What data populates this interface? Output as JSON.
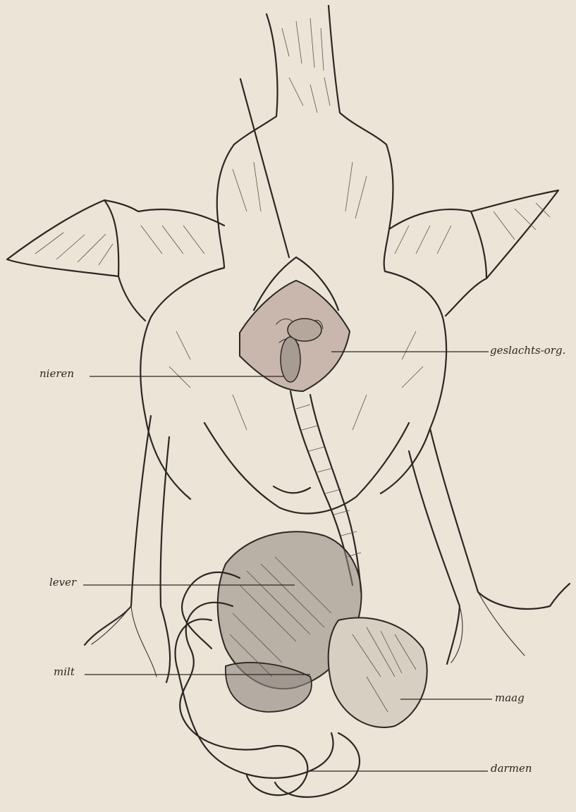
{
  "labels": {
    "geslachts_org": "geslachts-org.",
    "nieren": "nieren",
    "lever": "lever",
    "milt": "milt",
    "maag": "maag",
    "darmen": "darmen"
  },
  "colors": {
    "paper": "#ece4d6",
    "ink": "#2b2724",
    "cavity_fill": "#c9b6ad",
    "organ_shade": "#8f8780"
  }
}
